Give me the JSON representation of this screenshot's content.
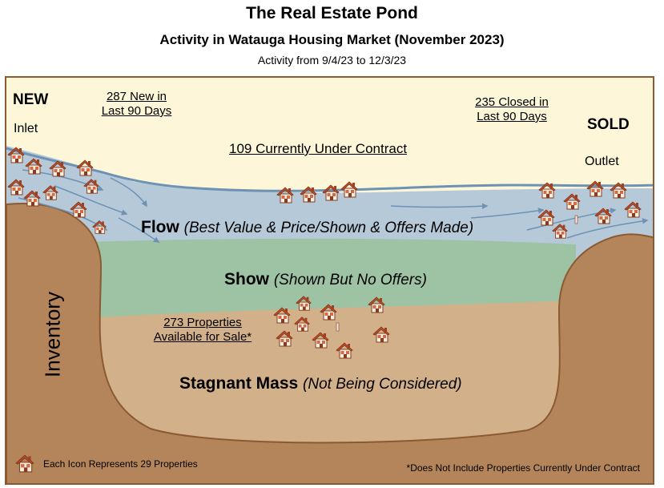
{
  "header": {
    "title": "The Real Estate Pond",
    "subtitle": "Activity in Watauga Housing Market (November 2023)",
    "date_range": "Activity from 9/4/23 to 12/3/23"
  },
  "inlet": {
    "new_label": "NEW",
    "inlet_label": "Inlet",
    "new_count_line1": "287 New in",
    "new_count_line2": "Last 90 Days"
  },
  "outlet": {
    "sold_label": "SOLD",
    "outlet_label": "Outlet",
    "closed_line1": "235 Closed in",
    "closed_line2": "Last 90 Days"
  },
  "under_contract": "109 Currently Under Contract",
  "layers": {
    "flow_bold": "Flow",
    "flow_italic": "(Best Value & Price/Shown & Offers Made)",
    "show_bold": "Show",
    "show_italic": "(Shown But No Offers)",
    "stagnant_bold": "Stagnant Mass",
    "stagnant_italic": "(Not Being Considered)"
  },
  "inventory": {
    "side_label": "Inventory",
    "available_line1": "273 Properties",
    "available_line2": "Available for Sale*"
  },
  "legend": {
    "icon_note": "Each Icon Represents 29 Properties",
    "footnote": "*Does Not Include Properties Currently Under Contract"
  },
  "colors": {
    "sky": "#fdf6d8",
    "water": "#b6c9d9",
    "show_band": "#9dc3a4",
    "mud": "#d2b08a",
    "bank": "#b4855a",
    "border": "#8a5a32",
    "house_roof": "#c0502a"
  },
  "icons": {
    "house": "house-icon"
  }
}
